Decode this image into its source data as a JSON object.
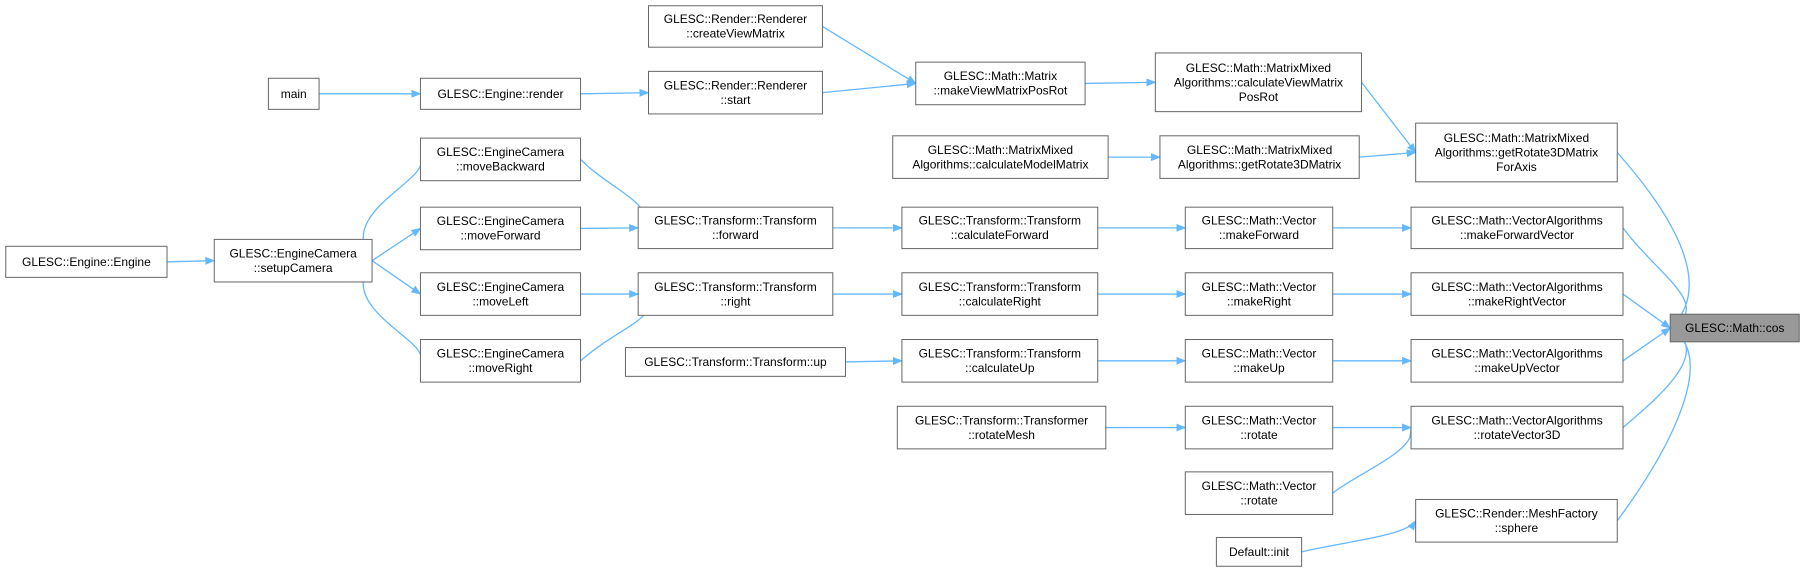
{
  "graph": {
    "target": "cos",
    "nodes": [
      {
        "id": "createViewMatrix",
        "lines": [
          "GLESC::Render::Renderer",
          "::createViewMatrix"
        ]
      },
      {
        "id": "main",
        "lines": [
          "main"
        ]
      },
      {
        "id": "engineRender",
        "lines": [
          "GLESC::Engine::render"
        ]
      },
      {
        "id": "rendererStart",
        "lines": [
          "GLESC::Render::Renderer",
          "::start"
        ]
      },
      {
        "id": "makeViewMatrixPosRot",
        "lines": [
          "GLESC::Math::Matrix",
          "::makeViewMatrixPosRot"
        ]
      },
      {
        "id": "calculateViewMatrixPosRot",
        "lines": [
          "GLESC::Math::MatrixMixed",
          "Algorithms::calculateViewMatrix",
          "PosRot"
        ]
      },
      {
        "id": "calculateModelMatrix",
        "lines": [
          "GLESC::Math::MatrixMixed",
          "Algorithms::calculateModelMatrix"
        ]
      },
      {
        "id": "getRotate3DMatrix",
        "lines": [
          "GLESC::Math::MatrixMixed",
          "Algorithms::getRotate3DMatrix"
        ]
      },
      {
        "id": "getRotate3DMatrixForAxis",
        "lines": [
          "GLESC::Math::MatrixMixed",
          "Algorithms::getRotate3DMatrix",
          "ForAxis"
        ]
      },
      {
        "id": "moveBackward",
        "lines": [
          "GLESC::EngineCamera",
          "::moveBackward"
        ]
      },
      {
        "id": "moveForward",
        "lines": [
          "GLESC::EngineCamera",
          "::moveForward"
        ]
      },
      {
        "id": "moveLeft",
        "lines": [
          "GLESC::EngineCamera",
          "::moveLeft"
        ]
      },
      {
        "id": "moveRight",
        "lines": [
          "GLESC::EngineCamera",
          "::moveRight"
        ]
      },
      {
        "id": "engineCtor",
        "lines": [
          "GLESC::Engine::Engine"
        ]
      },
      {
        "id": "setupCamera",
        "lines": [
          "GLESC::EngineCamera",
          "::setupCamera"
        ]
      },
      {
        "id": "transformForward",
        "lines": [
          "GLESC::Transform::Transform",
          "::forward"
        ]
      },
      {
        "id": "transformRight",
        "lines": [
          "GLESC::Transform::Transform",
          "::right"
        ]
      },
      {
        "id": "transformUp",
        "lines": [
          "GLESC::Transform::Transform::up"
        ]
      },
      {
        "id": "calculateForward",
        "lines": [
          "GLESC::Transform::Transform",
          "::calculateForward"
        ]
      },
      {
        "id": "calculateRight",
        "lines": [
          "GLESC::Transform::Transform",
          "::calculateRight"
        ]
      },
      {
        "id": "calculateUp",
        "lines": [
          "GLESC::Transform::Transform",
          "::calculateUp"
        ]
      },
      {
        "id": "rotateMesh",
        "lines": [
          "GLESC::Transform::Transformer",
          "::rotateMesh"
        ]
      },
      {
        "id": "vecMakeForward",
        "lines": [
          "GLESC::Math::Vector",
          "::makeForward"
        ]
      },
      {
        "id": "vecMakeRight",
        "lines": [
          "GLESC::Math::Vector",
          "::makeRight"
        ]
      },
      {
        "id": "vecMakeUp",
        "lines": [
          "GLESC::Math::Vector",
          "::makeUp"
        ]
      },
      {
        "id": "vecRotate1",
        "lines": [
          "GLESC::Math::Vector",
          "::rotate"
        ]
      },
      {
        "id": "vecRotate2",
        "lines": [
          "GLESC::Math::Vector",
          "::rotate"
        ]
      },
      {
        "id": "makeForwardVector",
        "lines": [
          "GLESC::Math::VectorAlgorithms",
          "::makeForwardVector"
        ]
      },
      {
        "id": "makeRightVector",
        "lines": [
          "GLESC::Math::VectorAlgorithms",
          "::makeRightVector"
        ]
      },
      {
        "id": "makeUpVector",
        "lines": [
          "GLESC::Math::VectorAlgorithms",
          "::makeUpVector"
        ]
      },
      {
        "id": "rotateVector3D",
        "lines": [
          "GLESC::Math::VectorAlgorithms",
          "::rotateVector3D"
        ]
      },
      {
        "id": "meshSphere",
        "lines": [
          "GLESC::Render::MeshFactory",
          "::sphere"
        ]
      },
      {
        "id": "defaultInit",
        "lines": [
          "Default::init"
        ]
      },
      {
        "id": "cos",
        "lines": [
          "GLESC::Math::cos"
        ]
      }
    ],
    "edges": [
      {
        "from": "main",
        "to": "engineRender"
      },
      {
        "from": "engineRender",
        "to": "rendererStart"
      },
      {
        "from": "rendererStart",
        "to": "makeViewMatrixPosRot"
      },
      {
        "from": "createViewMatrix",
        "to": "makeViewMatrixPosRot"
      },
      {
        "from": "makeViewMatrixPosRot",
        "to": "calculateViewMatrixPosRot"
      },
      {
        "from": "calculateViewMatrixPosRot",
        "to": "getRotate3DMatrixForAxis"
      },
      {
        "from": "calculateModelMatrix",
        "to": "getRotate3DMatrix"
      },
      {
        "from": "getRotate3DMatrix",
        "to": "getRotate3DMatrixForAxis"
      },
      {
        "from": "getRotate3DMatrixForAxis",
        "to": "cos"
      },
      {
        "from": "engineCtor",
        "to": "setupCamera"
      },
      {
        "from": "setupCamera",
        "to": "moveBackward"
      },
      {
        "from": "setupCamera",
        "to": "moveForward"
      },
      {
        "from": "setupCamera",
        "to": "moveLeft"
      },
      {
        "from": "setupCamera",
        "to": "moveRight"
      },
      {
        "from": "moveBackward",
        "to": "transformForward"
      },
      {
        "from": "moveForward",
        "to": "transformForward"
      },
      {
        "from": "moveLeft",
        "to": "transformRight"
      },
      {
        "from": "moveRight",
        "to": "transformRight"
      },
      {
        "from": "transformForward",
        "to": "calculateForward"
      },
      {
        "from": "transformRight",
        "to": "calculateRight"
      },
      {
        "from": "transformUp",
        "to": "calculateUp"
      },
      {
        "from": "calculateForward",
        "to": "vecMakeForward"
      },
      {
        "from": "calculateRight",
        "to": "vecMakeRight"
      },
      {
        "from": "calculateUp",
        "to": "vecMakeUp"
      },
      {
        "from": "rotateMesh",
        "to": "vecRotate1"
      },
      {
        "from": "vecMakeForward",
        "to": "makeForwardVector"
      },
      {
        "from": "vecMakeRight",
        "to": "makeRightVector"
      },
      {
        "from": "vecMakeUp",
        "to": "makeUpVector"
      },
      {
        "from": "vecRotate1",
        "to": "rotateVector3D"
      },
      {
        "from": "vecRotate2",
        "to": "rotateVector3D"
      },
      {
        "from": "makeForwardVector",
        "to": "cos"
      },
      {
        "from": "makeRightVector",
        "to": "cos"
      },
      {
        "from": "makeUpVector",
        "to": "cos"
      },
      {
        "from": "rotateVector3D",
        "to": "cos"
      },
      {
        "from": "meshSphere",
        "to": "cos"
      },
      {
        "from": "defaultInit",
        "to": "meshSphere"
      }
    ]
  }
}
